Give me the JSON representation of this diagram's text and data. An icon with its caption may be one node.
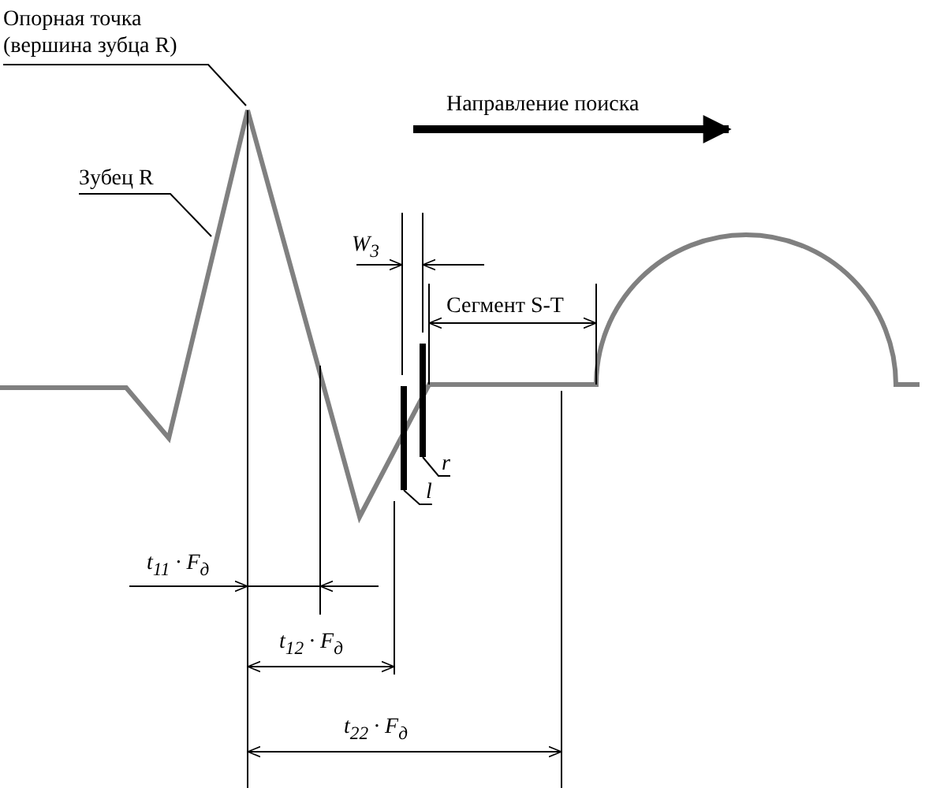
{
  "diagram": {
    "nodes": [
      {
        "text": [
          "Опорная точка (вершина зубца R)"
        ]
      },
      {
        "text": [
          "Зубец R"
        ]
      },
      {
        "text": [],
        "shape": "bar"
      },
      {
        "text": [],
        "shape": "bar"
      },
      {
        "text": [
          "r"
        ]
      },
      {
        "text": [
          "l"
        ]
      }
    ],
    "edges": [
      {
        "from": 0,
        "to": null,
        "arrow": "none"
      },
      {
        "from": 1,
        "to": null,
        "arrow": "none"
      },
      {
        "from": 4,
        "to": 3,
        "arrow": "none"
      },
      {
        "from": 5,
        "to": 2,
        "arrow": "none"
      }
    ],
    "labels": [
      "Направление поиска",
      "W$_{3}$",
      "Сегмент S-T",
      "t$_{11}$ · F$_{д}$",
      "t$_{12}$ · F$_{д}$",
      "t$_{22}$ · F$_{д}$"
    ]
  }
}
